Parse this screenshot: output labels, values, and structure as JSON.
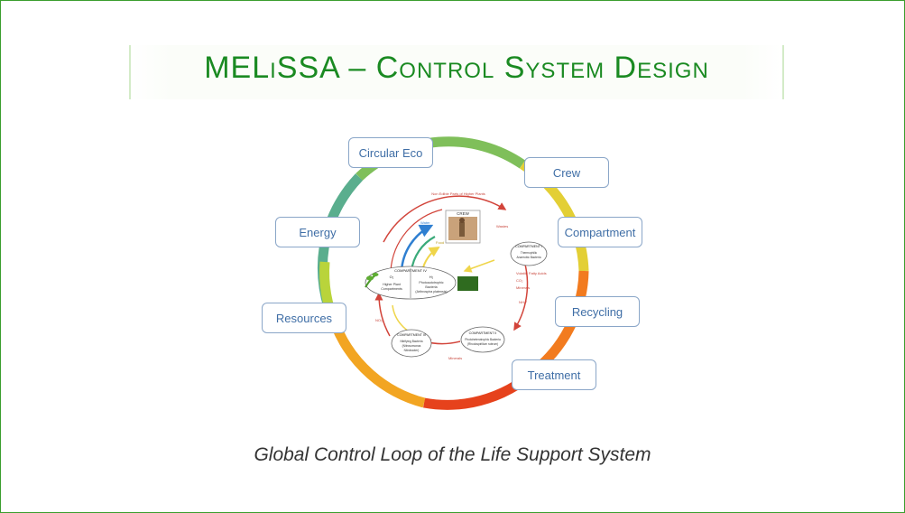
{
  "title": "MELiSSA – Control System Design",
  "subtitle": "Global Control Loop of the Life Support System",
  "loop_stages": [
    "Circular Eco",
    "Crew",
    "Compartment",
    "Recycling",
    "Treatment",
    "Resources",
    "Energy"
  ],
  "inner_diagram": {
    "top_label": "Non Edible Parts of Higher Plants",
    "crew_label": "CREW",
    "compartment_iv": "COMPARTMENT IV",
    "compartment_iv_gases": [
      "O₂",
      "H₂"
    ],
    "compartment_iv_left": [
      "Higher Plant",
      "Compartments"
    ],
    "compartment_iv_right": [
      "Photoautotrophic",
      "Bacteria",
      "(Arthrospira platensis)"
    ],
    "compartment_i": "COMPARTMENT I",
    "compartment_i_text": [
      "Thermophilic",
      "Anaerobic Bacteria"
    ],
    "compartment_ii": "COMPARTMENT II",
    "compartment_ii_text": [
      "Photoheterotrophic Bacteria",
      "(Rhodospirillum rubrum)"
    ],
    "compartment_iii": "COMPARTMENT III",
    "compartment_iii_text": [
      "Nitrifying Bacteria",
      "(Nitrosomonas",
      "Nitrobacter)"
    ],
    "labels": [
      "Wastes",
      "Water",
      "Food",
      "Volatile Fatty Acids",
      "CO₂",
      "Minerals",
      "NH₄⁺",
      "NO₃⁻",
      "Minerals"
    ]
  },
  "colors": {
    "title": "#1a8a22",
    "box_text": "#3f6ea6",
    "box_border": "#8aa6c8",
    "ring_gradient": [
      "#4aa89a",
      "#5bb86a",
      "#b7d63a",
      "#f2c12e",
      "#f57f1d",
      "#e8401c",
      "#f09a1f",
      "#9ecb3c"
    ]
  }
}
